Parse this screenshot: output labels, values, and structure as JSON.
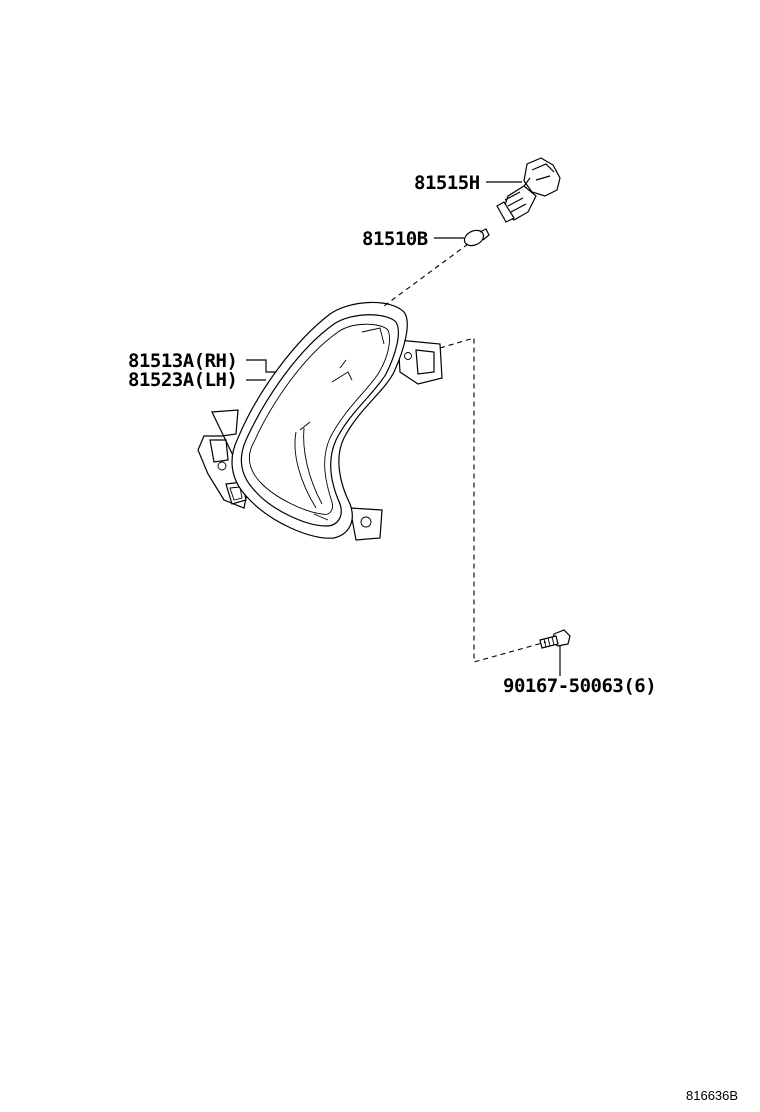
{
  "callouts": {
    "socket": "81515H",
    "bulb": "81510B",
    "lamp_rh": "81513A(RH)",
    "lamp_lh": "81523A(LH)",
    "screw": "90167-50063(6)"
  },
  "diagram_ref": "816636B",
  "icons": [
    "bulb-socket-icon",
    "bulb-icon",
    "fog-lamp-assembly-icon",
    "screw-icon"
  ]
}
